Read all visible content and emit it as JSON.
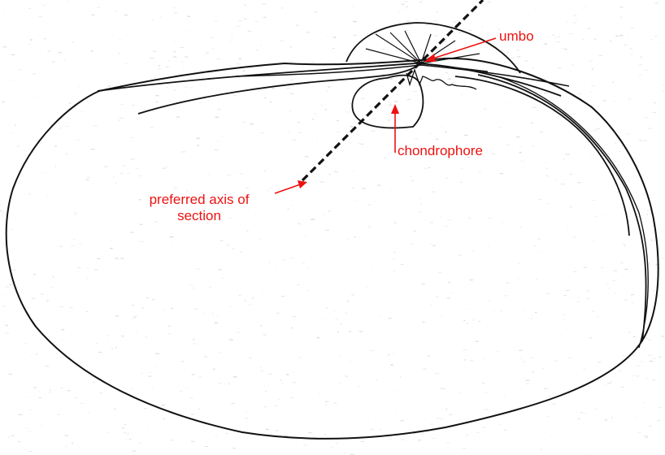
{
  "colors": {
    "outline": "#111111",
    "annotation": "#ee1111",
    "paper_speckle": "#c9c9c9",
    "background": "#ffffff"
  },
  "labels": {
    "umbo": "umbo",
    "chondrophore": "chondrophore",
    "axis_line1": "preferred axis of",
    "axis_line2": "section"
  }
}
